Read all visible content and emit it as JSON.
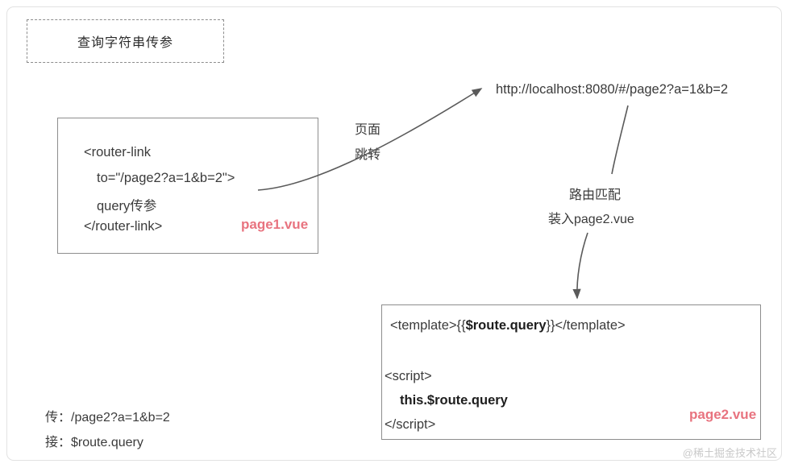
{
  "diagram": {
    "title": "查询字符串传参",
    "watermark": "@稀土掘金技术社区",
    "accent_color": "#e8737f",
    "line_color": "#5a5a5a",
    "border_color": "#8d8d8d"
  },
  "code_box_1": {
    "label": "page1.vue",
    "lines": [
      "<router-link",
      "to=\"/page2?a=1&b=2\">",
      "query传参",
      "</router-link>"
    ]
  },
  "code_box_2": {
    "label": "page2.vue",
    "line1_prefix": "<template>{{",
    "line1_bold": "$route.query",
    "line1_suffix": "}}</template>",
    "line2": "<script>",
    "line3_bold": "this.$route.query",
    "line4": "</script>"
  },
  "url": {
    "text": "http://localhost:8080/#/page2?a=1&b=2"
  },
  "annotations": {
    "jump_line1": "页面",
    "jump_line2": "跳转",
    "route_line1": "路由匹配",
    "route_line2": "装入page2.vue"
  },
  "summary": {
    "send_label": "传：",
    "send_value": "/page2?a=1&b=2",
    "receive_label": "接：",
    "receive_value": "$route.query"
  }
}
